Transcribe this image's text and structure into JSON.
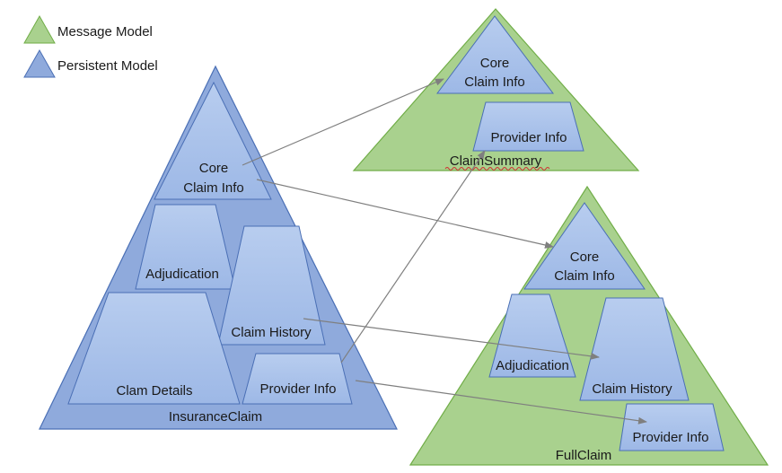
{
  "legend": {
    "message_label": "Message Model",
    "persistent_label": "Persistent Model",
    "message_color": "#a9d18e",
    "persistent_color": "#8faadc"
  },
  "insurance_claim": {
    "name": "InsuranceClaim",
    "core_line1": "Core",
    "core_line2": "Claim Info",
    "adjudication": "Adjudication",
    "claim_history": "Claim History",
    "claim_details": "Clam Details",
    "provider_info": "Provider Info"
  },
  "claim_summary": {
    "name": "ClaimSummary",
    "core_line1": "Core",
    "core_line2": "Claim Info",
    "provider_info": "Provider Info"
  },
  "full_claim": {
    "name": "FullClaim",
    "core_line1": "Core",
    "core_line2": "Claim Info",
    "adjudication": "Adjudication",
    "claim_history": "Claim History",
    "provider_info": "Provider Info"
  },
  "colors": {
    "blue_fill": "#8faadc",
    "blue_inner": "#a9c2ea",
    "blue_stroke": "#4a6fb5",
    "green_fill": "#a9d18e",
    "green_stroke": "#70ad47",
    "arrow": "#7f7f7f"
  }
}
